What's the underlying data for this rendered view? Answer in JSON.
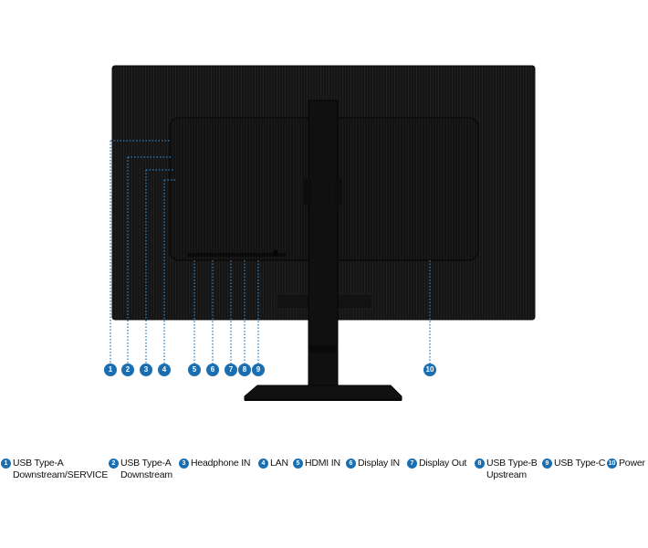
{
  "ports": [
    {
      "num": "1",
      "label": "USB Type-A\nDownstream/SERVICE"
    },
    {
      "num": "2",
      "label": "USB Type-A\nDownstream"
    },
    {
      "num": "3",
      "label": "Headphone IN"
    },
    {
      "num": "4",
      "label": "LAN"
    },
    {
      "num": "5",
      "label": "HDMI IN"
    },
    {
      "num": "6",
      "label": "Display IN"
    },
    {
      "num": "7",
      "label": "Display Out"
    },
    {
      "num": "8",
      "label": "USB Type-B\nUpstream"
    },
    {
      "num": "9",
      "label": "USB Type-C"
    },
    {
      "num": "10",
      "label": "Power"
    }
  ],
  "colors": {
    "marker": "#1a6fb3",
    "dotted_line": "#2a7fc4",
    "monitor": "#141414"
  },
  "icons": [
    "monitor-back-illustration",
    "stand-illustration"
  ]
}
